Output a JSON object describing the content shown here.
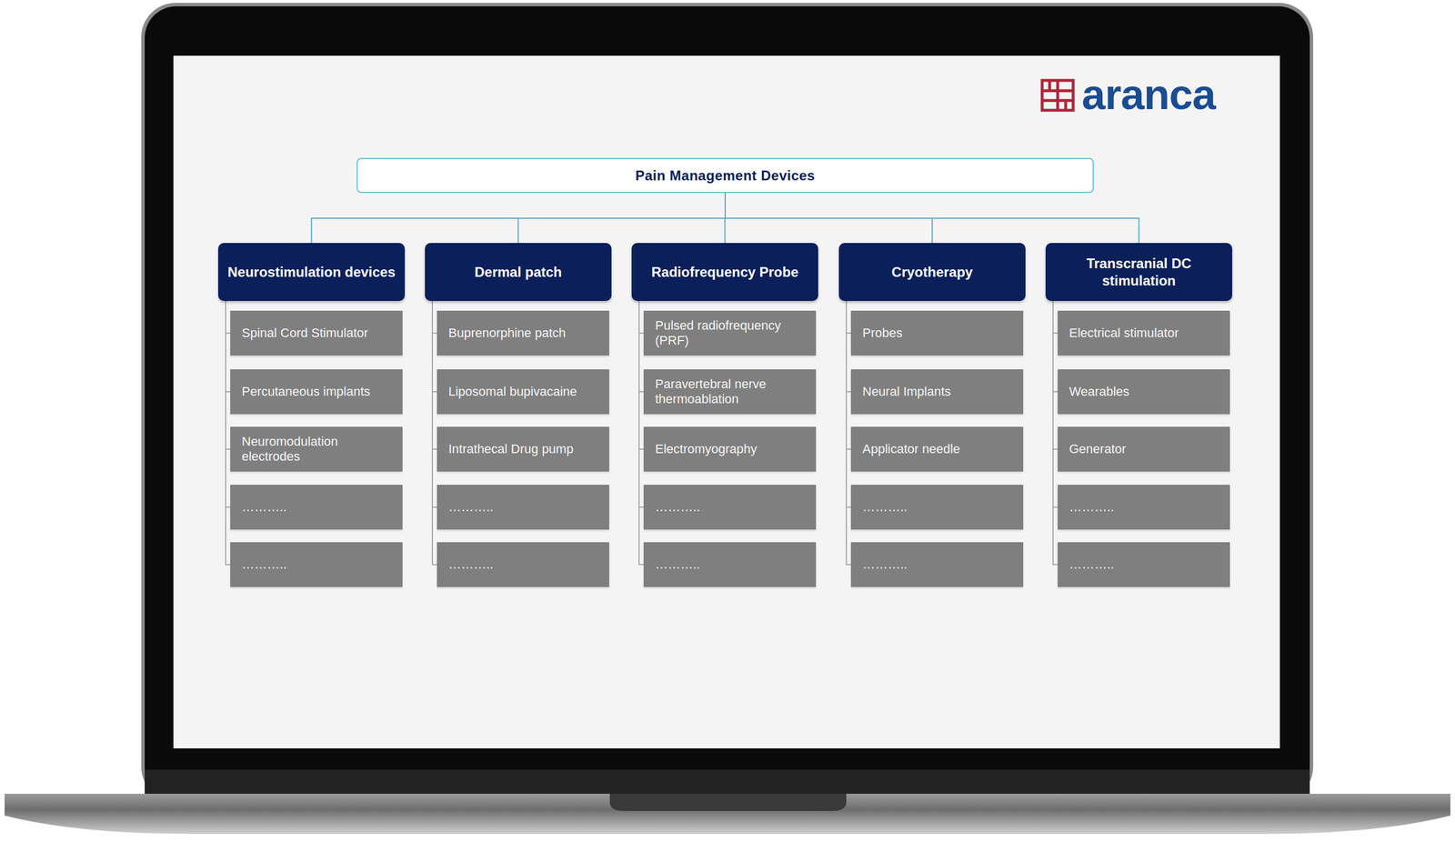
{
  "diagram": {
    "nodes": [
      {
        "text": [
          "Pain Management Devices"
        ]
      },
      {
        "text": [
          "Neurostimulation devices"
        ]
      },
      {
        "text": [
          "Spinal Cord Stimulator"
        ]
      },
      {
        "text": [
          "Percutaneous implants"
        ]
      },
      {
        "text": [
          "Neuromodulation electrodes"
        ]
      },
      {
        "text": [
          "……….."
        ]
      },
      {
        "text": [
          "……….."
        ]
      },
      {
        "text": [
          "Dermal patch"
        ]
      },
      {
        "text": [
          "Buprenorphine patch"
        ]
      },
      {
        "text": [
          "Liposomal bupivacaine"
        ]
      },
      {
        "text": [
          "Intrathecal Drug pump"
        ]
      },
      {
        "text": [
          "……….."
        ]
      },
      {
        "text": [
          "……….."
        ]
      },
      {
        "text": [
          "Radiofrequency Probe"
        ]
      },
      {
        "text": [
          "Pulsed radiofrequency (PRF)"
        ]
      },
      {
        "text": [
          "Paravertebral nerve thermoablation"
        ]
      },
      {
        "text": [
          "Electromyography"
        ]
      },
      {
        "text": [
          "……….."
        ]
      },
      {
        "text": [
          "……….."
        ]
      },
      {
        "text": [
          "Cryotherapy"
        ]
      },
      {
        "text": [
          "Probes"
        ]
      },
      {
        "text": [
          "Neural Implants"
        ]
      },
      {
        "text": [
          "Applicator needle"
        ]
      },
      {
        "text": [
          "……….."
        ]
      },
      {
        "text": [
          "……….."
        ]
      },
      {
        "text": [
          "Transcranial DC stimulation"
        ]
      },
      {
        "text": [
          "Electrical stimulator"
        ]
      },
      {
        "text": [
          "Wearables"
        ]
      },
      {
        "text": [
          "Generator"
        ]
      },
      {
        "text": [
          "……….."
        ]
      },
      {
        "text": [
          "……….."
        ]
      }
    ],
    "edges": [
      {
        "from": 0,
        "to": 1,
        "arrow": "none"
      },
      {
        "from": 0,
        "to": 7,
        "arrow": "none"
      },
      {
        "from": 0,
        "to": 13,
        "arrow": "none"
      },
      {
        "from": 0,
        "to": 19,
        "arrow": "none"
      },
      {
        "from": 0,
        "to": 25,
        "arrow": "none"
      },
      {
        "from": 1,
        "to": 2,
        "arrow": "none"
      },
      {
        "from": 1,
        "to": 3,
        "arrow": "none"
      },
      {
        "from": 1,
        "to": 4,
        "arrow": "none"
      },
      {
        "from": 1,
        "to": 5,
        "arrow": "none"
      },
      {
        "from": 1,
        "to": 6,
        "arrow": "none"
      },
      {
        "from": 7,
        "to": 8,
        "arrow": "none"
      },
      {
        "from": 7,
        "to": 9,
        "arrow": "none"
      },
      {
        "from": 7,
        "to": 10,
        "arrow": "none"
      },
      {
        "from": 7,
        "to": 11,
        "arrow": "none"
      },
      {
        "from": 7,
        "to": 12,
        "arrow": "none"
      },
      {
        "from": 13,
        "to": 14,
        "arrow": "none"
      },
      {
        "from": 13,
        "to": 15,
        "arrow": "none"
      },
      {
        "from": 13,
        "to": 16,
        "arrow": "none"
      },
      {
        "from": 13,
        "to": 17,
        "arrow": "none"
      },
      {
        "from": 13,
        "to": 18,
        "arrow": "none"
      },
      {
        "from": 19,
        "to": 20,
        "arrow": "none"
      },
      {
        "from": 19,
        "to": 21,
        "arrow": "none"
      },
      {
        "from": 19,
        "to": 22,
        "arrow": "none"
      },
      {
        "from": 19,
        "to": 23,
        "arrow": "none"
      },
      {
        "from": 19,
        "to": 24,
        "arrow": "none"
      },
      {
        "from": 25,
        "to": 26,
        "arrow": "none"
      },
      {
        "from": 25,
        "to": 27,
        "arrow": "none"
      },
      {
        "from": 25,
        "to": 28,
        "arrow": "none"
      },
      {
        "from": 25,
        "to": 29,
        "arrow": "none"
      },
      {
        "from": 25,
        "to": 30,
        "arrow": "none"
      }
    ],
    "labels": [
      "aranca"
    ]
  }
}
